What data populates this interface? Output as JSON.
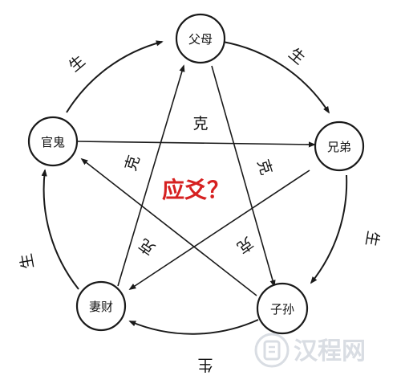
{
  "nodes": {
    "fumu": "父母",
    "xiongdi": "兄弟",
    "zisun": "子孙",
    "qicai": "妻财",
    "guangui": "官鬼"
  },
  "sheng_label": "生",
  "ke_label": "克",
  "center_text": "应爻？",
  "watermark": "汉程网",
  "colors": {
    "line": "#1a1a1a",
    "center": "#d62020",
    "watermark": "#d9dde3"
  }
}
